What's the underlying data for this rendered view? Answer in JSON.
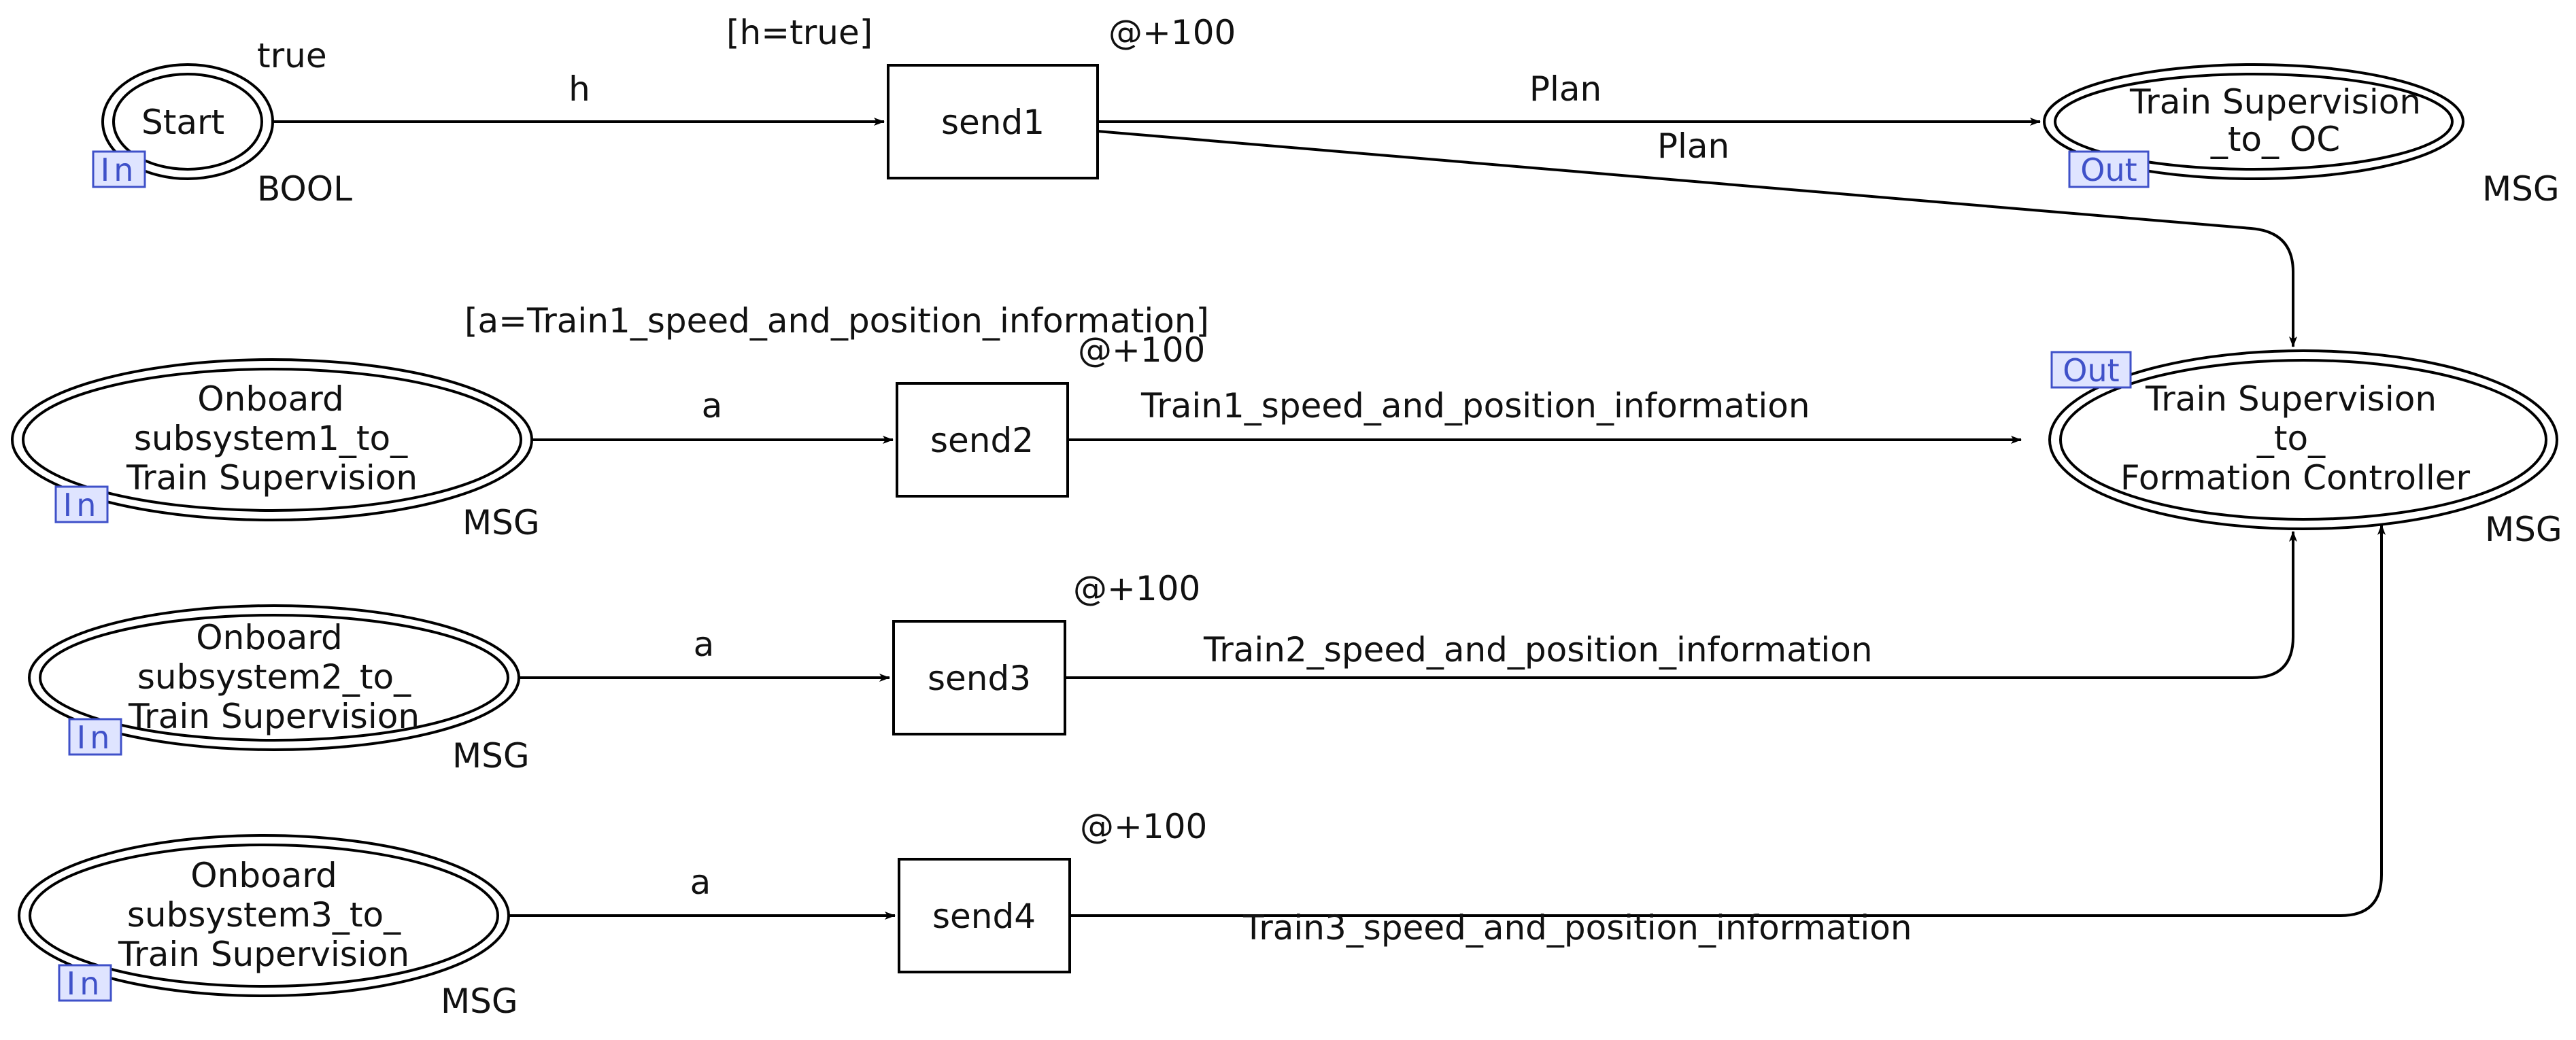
{
  "places": {
    "start": {
      "lines": [
        "Start"
      ],
      "init": "true",
      "type": "BOOL",
      "tag": "In"
    },
    "ts_oc": {
      "lines": [
        "Train Supervision",
        "_to_ OC"
      ],
      "type": "MSG",
      "tag": "Out"
    },
    "ts_fc": {
      "lines": [
        "Train Supervision",
        "_to_",
        "Formation Controller"
      ],
      "type": "MSG",
      "tag": "Out"
    },
    "ob1": {
      "lines": [
        "Onboard",
        "subsystem1_to_",
        "Train Supervision"
      ],
      "type": "MSG",
      "tag": "In"
    },
    "ob2": {
      "lines": [
        "Onboard",
        "subsystem2_to_",
        "Train Supervision"
      ],
      "type": "MSG",
      "tag": "In"
    },
    "ob3": {
      "lines": [
        "Onboard",
        "subsystem3_to_",
        "Train Supervision"
      ],
      "type": "MSG",
      "tag": "In"
    }
  },
  "transitions": {
    "send1": {
      "name": "send1",
      "guard": "[h=true]",
      "time": "@+100"
    },
    "send2": {
      "name": "send2",
      "guard": "[a=Train1_speed_and_position_information]",
      "time": "@+100"
    },
    "send3": {
      "name": "send3",
      "time": "@+100"
    },
    "send4": {
      "name": "send4",
      "time": "@+100"
    }
  },
  "arcs": {
    "start_send1": "h",
    "send1_tsoc": "Plan",
    "send1_tsfc": "Plan",
    "ob1_send2": "a",
    "send2_tsfc": "Train1_speed_and_position_information",
    "ob2_send3": "a",
    "send3_tsfc": "Train2_speed_and_position_information",
    "ob3_send4": "a",
    "send4_tsfc": "Train3_speed_and_position_information"
  }
}
